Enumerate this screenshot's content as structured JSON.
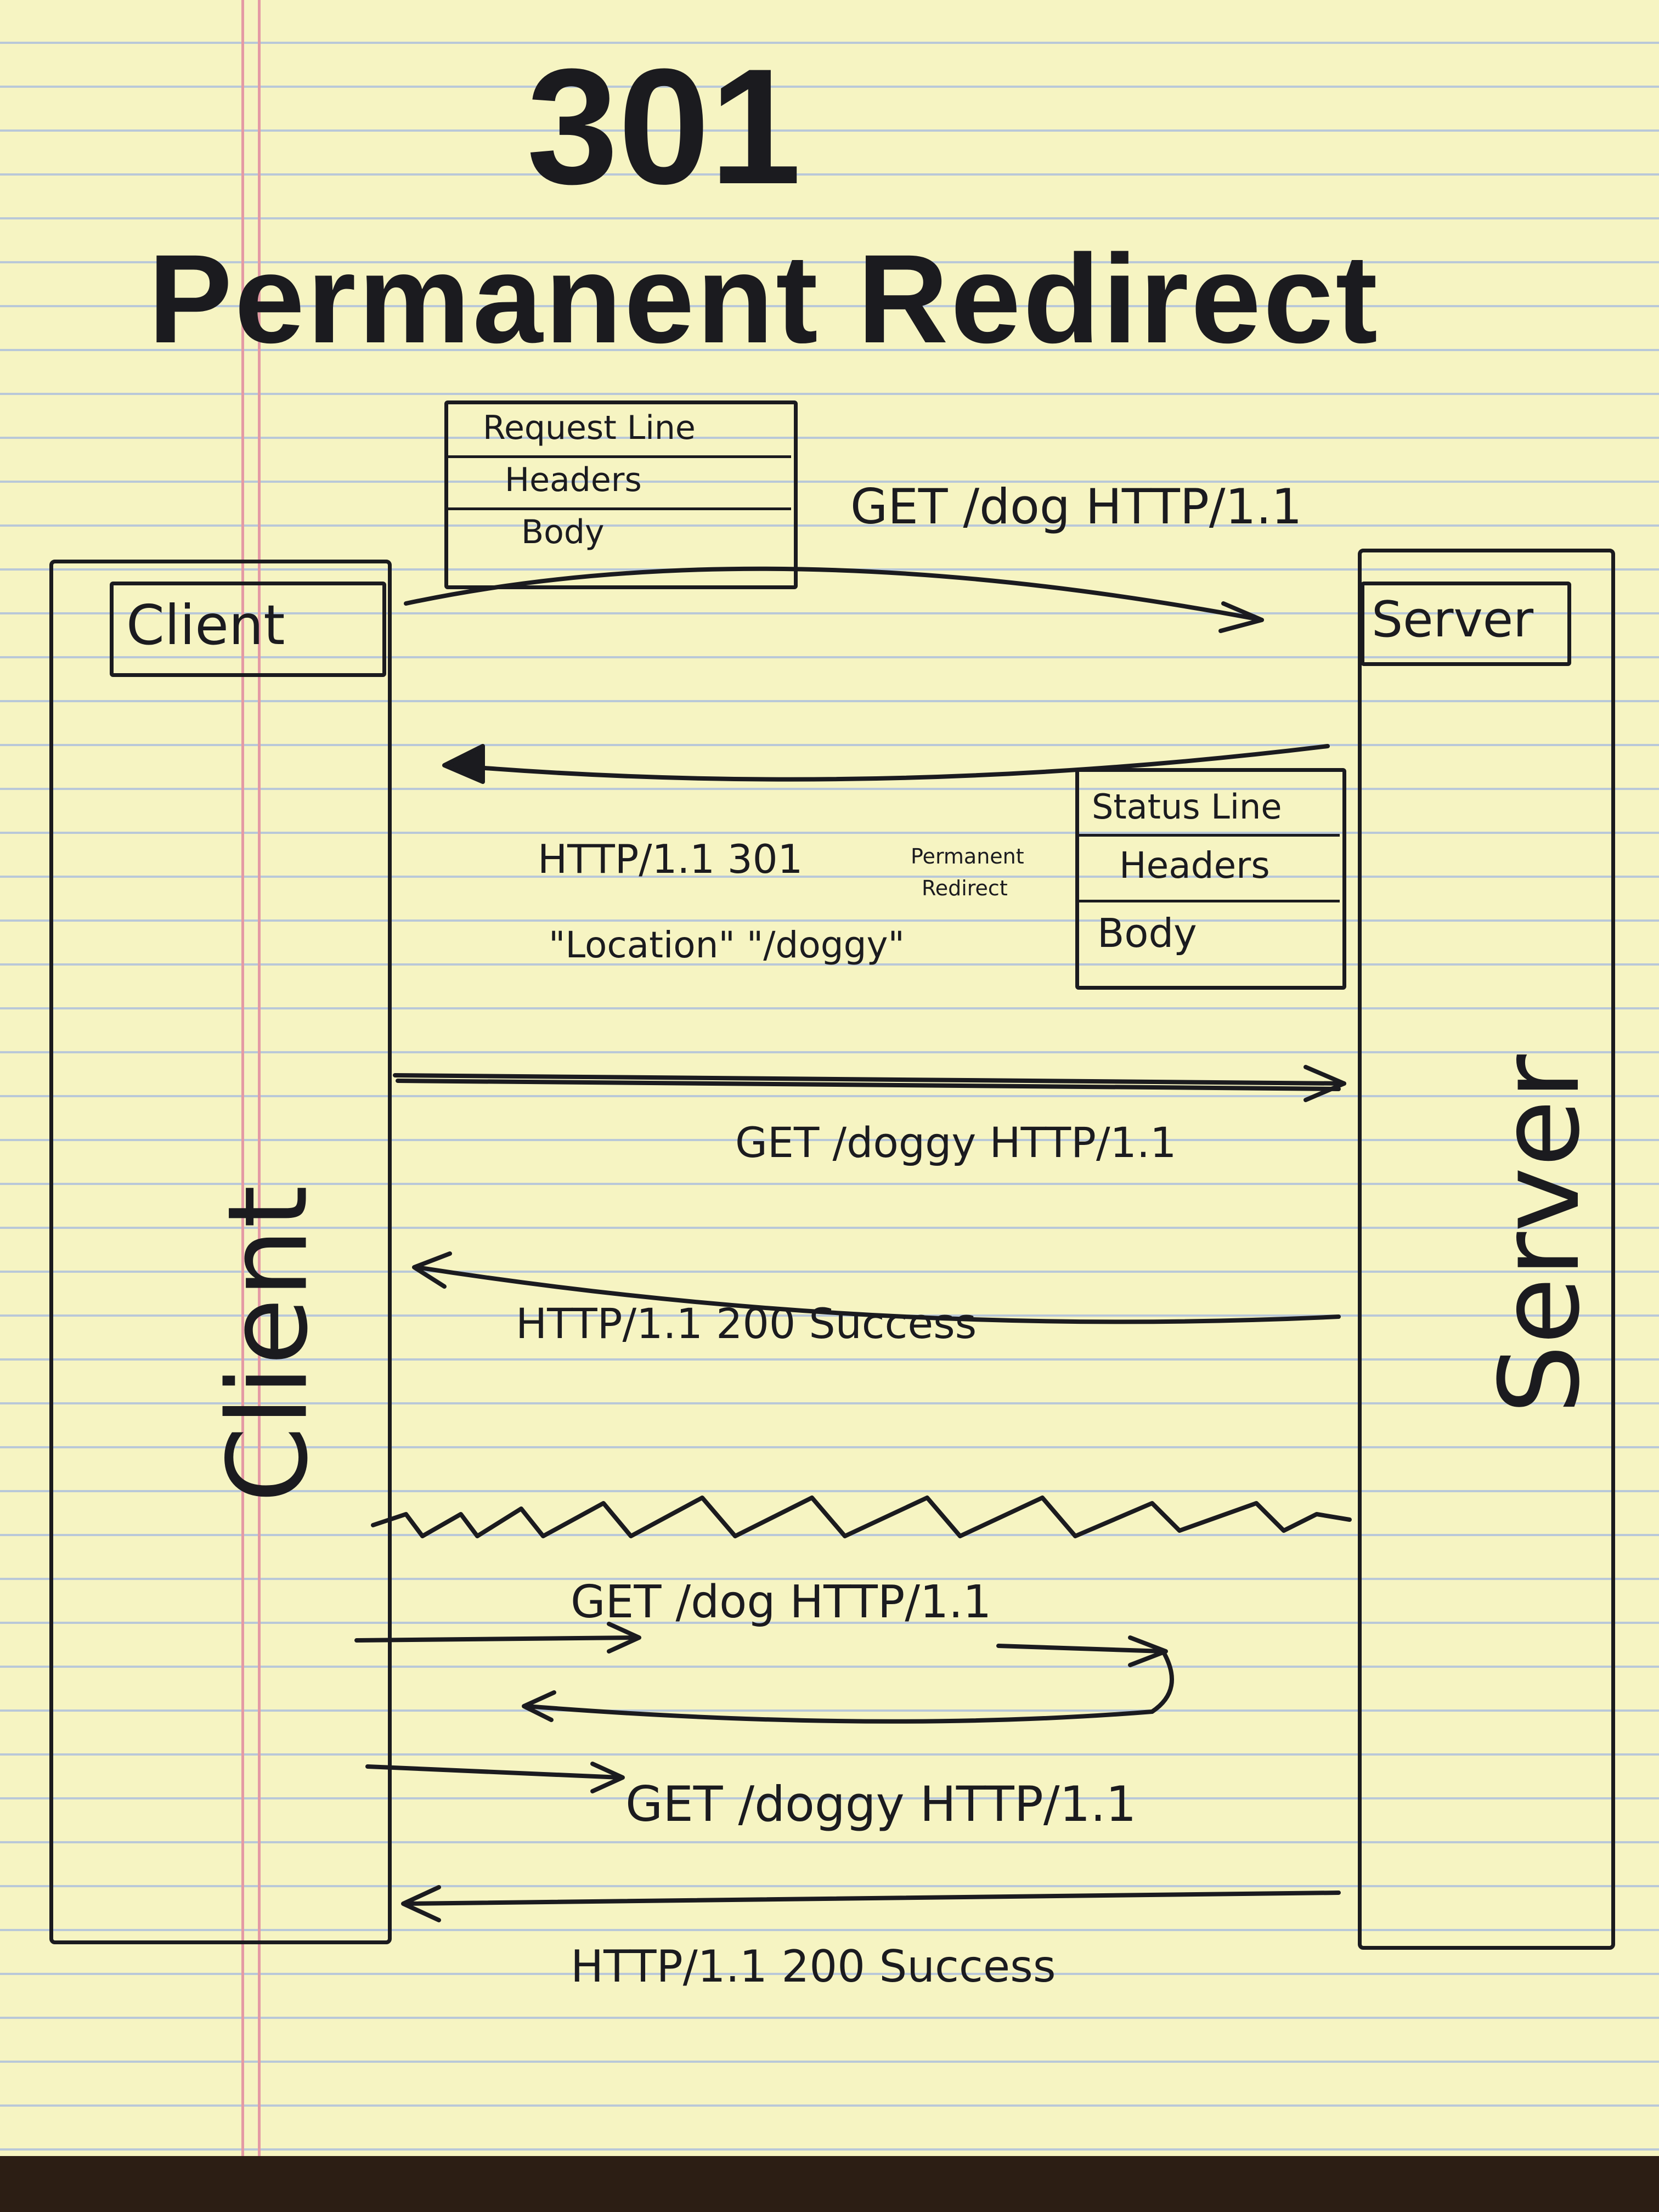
{
  "title": {
    "line1": "301",
    "line2": "Permanent Redirect"
  },
  "participants": {
    "client": "Client",
    "server": "Server",
    "client_vertical": "Client",
    "server_vertical": "Server"
  },
  "request_box": {
    "row1": "Request Line",
    "row2": "Headers",
    "row3": "Body"
  },
  "response_box": {
    "row1": "Status Line",
    "row2": "Headers",
    "row3": "Body"
  },
  "messages": {
    "m1": "GET /dog HTTP/1.1",
    "m2_line1": "HTTP/1.1 301",
    "m2_reason_top": "Permanent",
    "m2_reason_bottom": "Redirect",
    "m2_line2": "\"Location\" \"/doggy\"",
    "m3": "GET /doggy HTTP/1.1",
    "m4": "HTTP/1.1 200 Success",
    "m5": "GET /dog HTTP/1.1",
    "m6": "GET /doggy HTTP/1.1",
    "m7": "HTTP/1.1 200 Success"
  }
}
